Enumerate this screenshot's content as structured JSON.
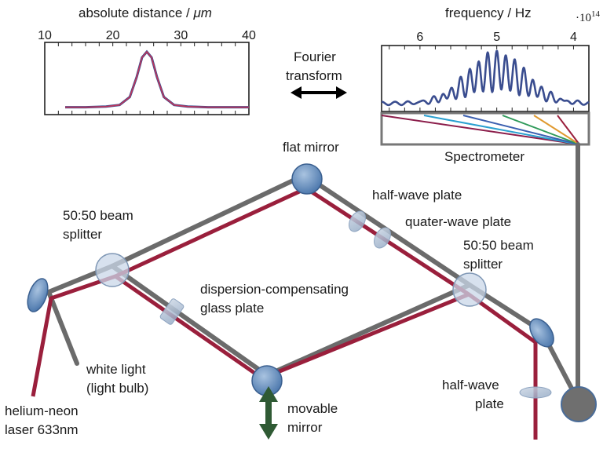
{
  "top_left_plot": {
    "axis_label_prefix": "absolute distance / ",
    "axis_label_unit": "μm",
    "ticks": [
      "10",
      "20",
      "30",
      "40"
    ],
    "chart_data": {
      "type": "line",
      "xlabel": "absolute distance / μm",
      "xlim": [
        10,
        40
      ],
      "x": [
        13,
        16,
        19,
        21,
        22.5,
        23.5,
        24.3,
        25,
        25.7,
        26.5,
        27.5,
        29,
        31,
        34,
        37,
        40
      ],
      "series": [
        {
          "values": [
            0.02,
            0.02,
            0.03,
            0.06,
            0.2,
            0.55,
            0.9,
            1.0,
            0.9,
            0.55,
            0.2,
            0.06,
            0.03,
            0.02,
            0.02,
            0.02
          ]
        }
      ],
      "colors": [
        "#3a4d8f",
        "#c0355a"
      ]
    }
  },
  "fourier_label": [
    "Fourier",
    "transform"
  ],
  "top_right_plot": {
    "axis_label": "frequency / Hz",
    "ticks": [
      "6",
      "5",
      "4"
    ],
    "exponent_base": "·10",
    "exponent_power": "14",
    "chart_data": {
      "type": "line",
      "xlabel": "frequency / Hz",
      "xlim": [
        6.5,
        3.8
      ],
      "scale_note": "·10^14",
      "envelope_peak_x": 5.0,
      "color": "#3a4d8f"
    }
  },
  "spectrometer_label": "Spectrometer",
  "labels": {
    "flat_mirror": "flat mirror",
    "half_wave_plate_top": "half-wave plate",
    "quarter_wave_plate": "quater-wave plate",
    "beam_splitter_left": [
      "50:50 beam",
      "splitter"
    ],
    "beam_splitter_right": [
      "50:50 beam",
      "splitter"
    ],
    "dispersion_plate": [
      "dispersion-compensating",
      "glass plate"
    ],
    "white_light": [
      "white light",
      "(light bulb)"
    ],
    "laser": [
      "helium-neon",
      "laser 633nm"
    ],
    "movable_mirror": [
      "movable",
      "mirror"
    ],
    "half_wave_plate_bottom": [
      "half-wave",
      "plate"
    ]
  },
  "colors": {
    "white_beam": "#6b6b6b",
    "laser_beam": "#9a1f3c",
    "optic_blue": "#6f96c4",
    "arrow_green": "#2f5a34"
  }
}
